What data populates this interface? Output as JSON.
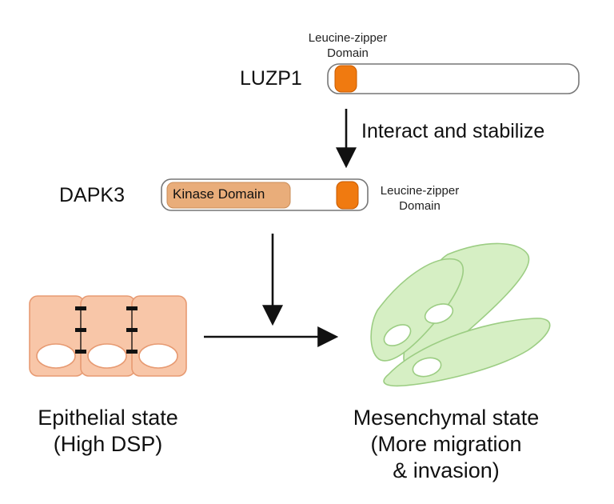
{
  "luzp1": {
    "domain_label_line1": "Leucine-zipper",
    "domain_label_line2": "Domain",
    "name": "LUZP1"
  },
  "interaction": {
    "label": "Interact and stabilize"
  },
  "dapk3": {
    "name": "DAPK3",
    "kinase_label": "Kinase Domain",
    "domain_label_line1": "Leucine-zipper",
    "domain_label_line2": "Domain"
  },
  "states": {
    "epithelial_line1": "Epithelial state",
    "epithelial_line2": "(High DSP)",
    "mesenchymal_line1": "Mesenchymal state",
    "mesenchymal_line2": "(More migration",
    "mesenchymal_line3": "& invasion)"
  },
  "colors": {
    "zipper_orange": "#f07a10",
    "kinase_tan": "#e9ad7a",
    "epithelial_fill": "#f8c6a8",
    "mesenchymal_fill": "#d6efc4",
    "mesenchymal_stroke": "#9ccd83"
  }
}
